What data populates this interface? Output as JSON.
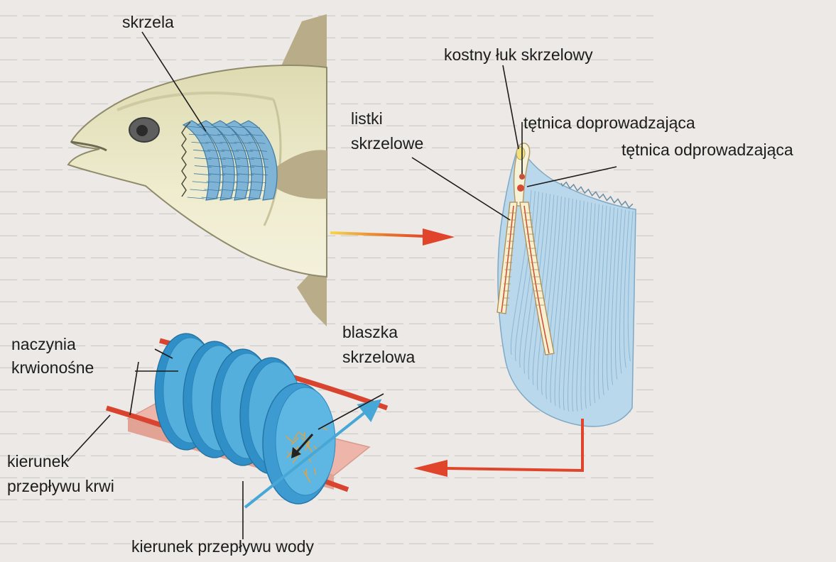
{
  "labels": {
    "skrzela": "skrzela",
    "kostny_luk": "kostny łuk skrzelowy",
    "listki_1": "listki",
    "listki_2": "skrzelowe",
    "tetnica_dopr": "tętnica doprowadzająca",
    "tetnica_odpr": "tętnica odprowadzająca",
    "naczynia_1": "naczynia",
    "naczynia_2": "krwionośne",
    "blaszka_1": "blaszka",
    "blaszka_2": "skrzelowa",
    "kierunek_krwi_1": "kierunek",
    "kierunek_krwi_2": "przepływu krwi",
    "kierunek_wody": "kierunek przepływu wody"
  },
  "colors": {
    "fish_body": "#ece9cc",
    "fish_fin": "#b8ad88",
    "gill_blue": "#7fb4d6",
    "lamella_blue": "#45a4d6",
    "arrow_red": "#e0452c",
    "arrow_yellow": "#f2d23a",
    "water_arrow": "#47a8d8",
    "vessel_red": "#d9442f",
    "plate_pink": "#eeb6aa"
  }
}
